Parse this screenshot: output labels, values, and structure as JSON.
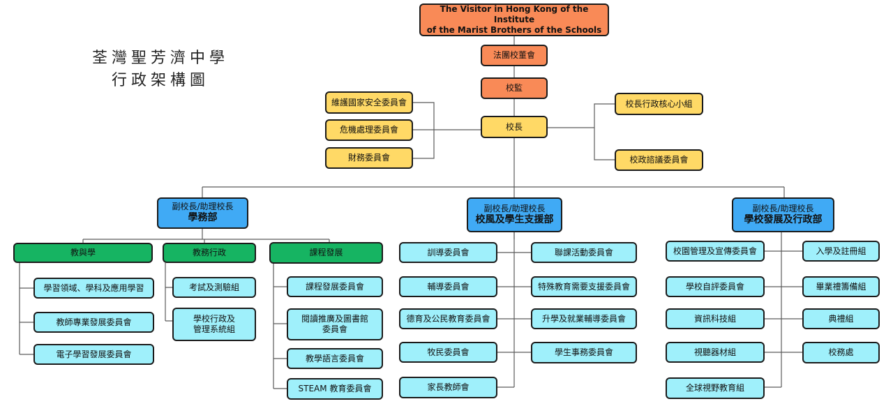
{
  "title": {
    "line1": "荃灣聖芳濟中學",
    "line2": "行政架構圖"
  },
  "nodes": {
    "visitor": {
      "line1": "The Visitor in Hong Kong of the Institute",
      "line2": "of the Marist Brothers of the Schools"
    },
    "board": "法團校董會",
    "supervisor": "校監",
    "principal": "校長",
    "left_committees": [
      "維護國家安全委員會",
      "危機處理委員會",
      "財務委員會"
    ],
    "right_committees": [
      "校長行政核心小組",
      "校政諮議委員會"
    ],
    "academic_head": {
      "line1": "副校長/助理校長",
      "line2": "學務部"
    },
    "pastoral_head": {
      "line1": "副校長/助理校長",
      "line2": "校風及學生支援部"
    },
    "development_head": {
      "line1": "副校長/助理校長",
      "line2": "學校發展及行政部"
    },
    "teaching": {
      "label": "教與學",
      "items": [
        "學習領域、學科及應用學習",
        "教師專業發展委員會",
        "電子學習發展委員會"
      ]
    },
    "admin": {
      "label": "教務行政",
      "items": [
        "考試及測驗組",
        "學校行政及\n管理系統組"
      ]
    },
    "curriculum": {
      "label": "課程發展",
      "items": [
        "課程發展委員會",
        "閱讀推廣及圖書館\n委員會",
        "教學語言委員會",
        "STEAM 教育委員會"
      ]
    },
    "pastoral_left": [
      "訓導委員會",
      "輔導委員會",
      "德育及公民教育委員會",
      "牧民委員會",
      "家長教師會"
    ],
    "pastoral_right": [
      "聯課活動委員會",
      "特殊教育需要支援委員會",
      "升學及就業輔導委員會",
      "學生事務委員會"
    ],
    "development_left": [
      "校園管理及宣傳委員會",
      "學校自評委員會",
      "資訊科技組",
      "視聽器材組",
      "全球視野教育組"
    ],
    "development_right": [
      "入學及註冊組",
      "畢業禮籌備組",
      "典禮組",
      "校務處"
    ]
  },
  "colors": {
    "orange": "#f98a57",
    "yellow": "#ffd966",
    "blue": "#40aaf5",
    "green": "#16b462",
    "cyan": "#9ff0fb",
    "line": "#5a5a5a"
  }
}
